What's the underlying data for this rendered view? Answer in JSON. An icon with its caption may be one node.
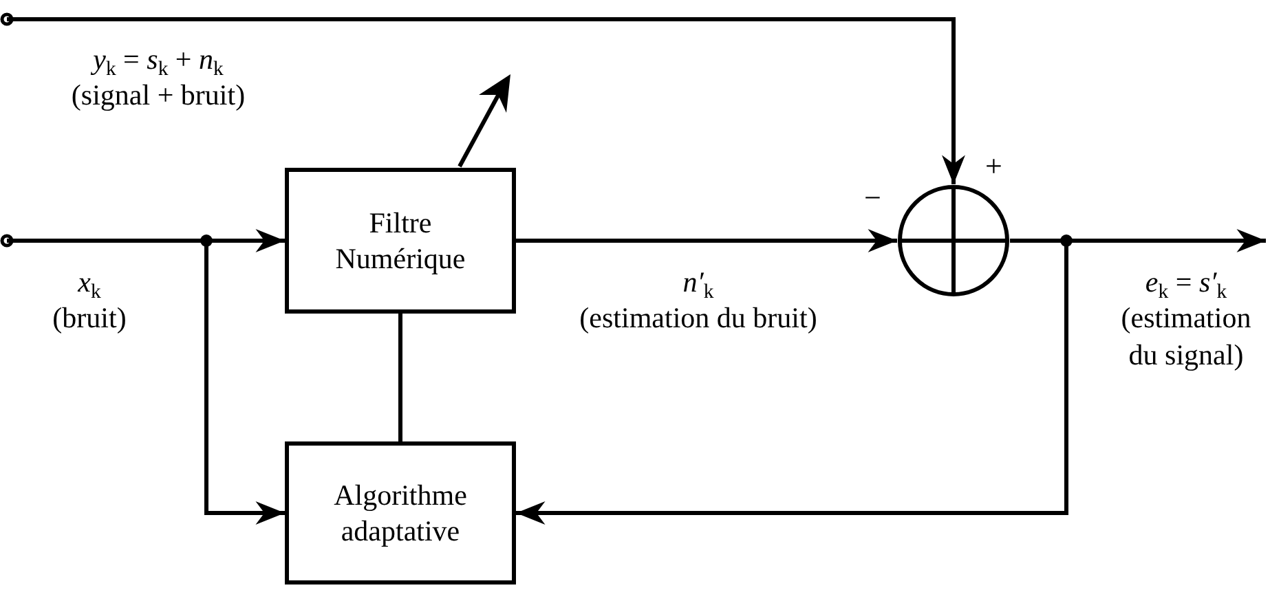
{
  "diagram": {
    "nodes": [
      {
        "text": [
          "Filtre Numérique"
        ]
      },
      {
        "text": [
          "Algorithme adaptative"
        ]
      },
      {
        "text": [],
        "shape": "circle"
      }
    ],
    "edges": [
      {
        "from": null,
        "to": 0,
        "arrow": "to",
        "label": "*x*$_{k}$ (bruit)"
      },
      {
        "from": null,
        "to": 1,
        "arrow": "to"
      },
      {
        "from": null,
        "to": 2,
        "arrow": "to",
        "label": "*y*$_{k}$ = *s*$_{k}$ + *n*$_{k}$ (signal + bruit)"
      },
      {
        "from": 0,
        "to": 2,
        "arrow": "to",
        "label": "*n′*$_{k}$ (estimation du bruit)"
      },
      {
        "from": 2,
        "to": null,
        "arrow": "to",
        "label": "*e*$_{k}$ = *s′*$_{k}$ (estimation du signal)"
      },
      {
        "from": 2,
        "to": 1,
        "arrow": "to"
      },
      {
        "from": 0,
        "to": 1,
        "arrow": "none"
      }
    ],
    "labels": [
      "+",
      "−"
    ]
  }
}
